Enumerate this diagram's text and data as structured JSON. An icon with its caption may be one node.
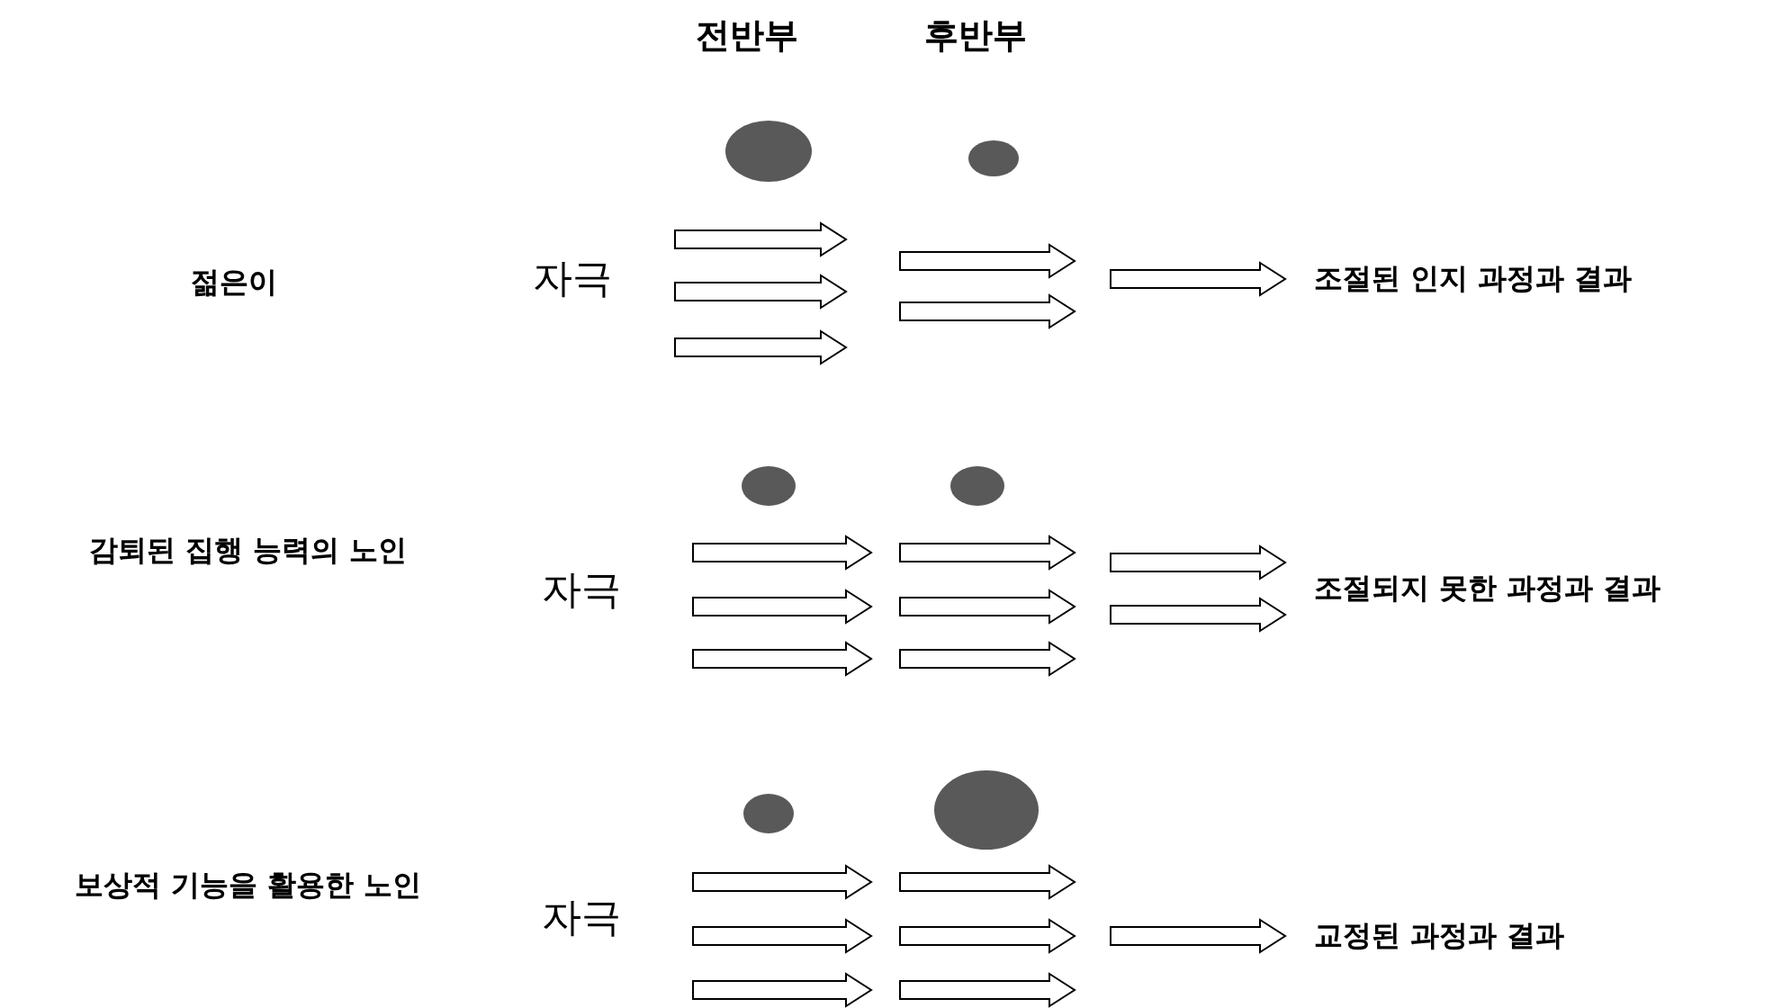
{
  "diagram": {
    "nodes": [
      {
        "text": [],
        "shape": "circle"
      },
      {
        "text": [],
        "shape": "circle"
      },
      {
        "text": [
          "조절된 인지 과정과 결과"
        ]
      },
      {
        "text": [],
        "shape": "circle"
      },
      {
        "text": [],
        "shape": "circle"
      },
      {
        "text": [
          "조절되지 못한 과정과 결과"
        ]
      },
      {
        "text": [],
        "shape": "circle"
      },
      {
        "text": [],
        "shape": "circle"
      },
      {
        "text": [
          "교정된 과정과 결과"
        ]
      }
    ],
    "edges": [
      {
        "from": null,
        "to": 2,
        "arrow": "to"
      },
      {
        "from": null,
        "to": 5,
        "arrow": "to"
      },
      {
        "from": null,
        "to": 5,
        "arrow": "to"
      },
      {
        "from": null,
        "to": 8,
        "arrow": "to"
      }
    ],
    "labels": [
      "전반부",
      "후반부",
      "젊은이",
      "자극",
      "감퇴된 집행 능력의 노인",
      "자극",
      "보상적 기능을 활용한 노인",
      "자극"
    ]
  }
}
